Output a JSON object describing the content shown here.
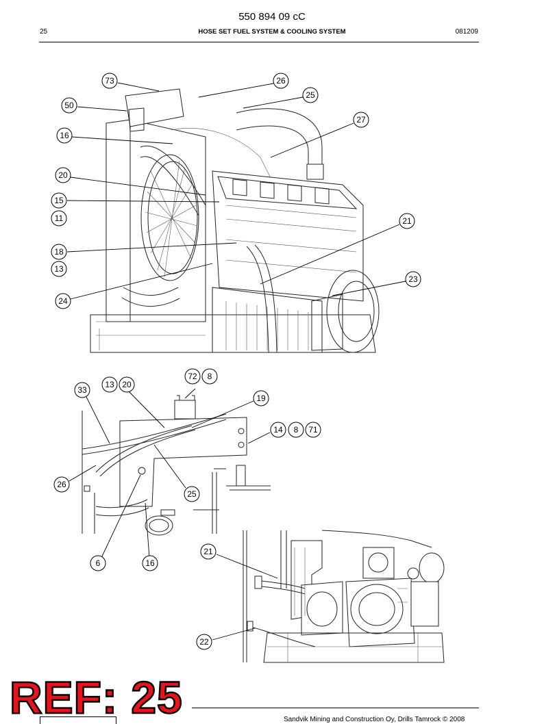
{
  "header": {
    "doc_number": "550 894 09 cC",
    "page_number": "25",
    "title": "HOSE SET FUEL SYSTEM & COOLING SYSTEM",
    "date_code": "081209"
  },
  "callouts_view1": [
    "73",
    "26",
    "25",
    "50",
    "27",
    "16",
    "20",
    "15",
    "11",
    "21",
    "18",
    "13",
    "23",
    "24"
  ],
  "callouts_view2": [
    "72",
    "8",
    "13",
    "20",
    "33",
    "19",
    "14",
    "8",
    "71",
    "26",
    "25",
    "6",
    "16"
  ],
  "callouts_view3": [
    "21",
    "22"
  ],
  "stamp": {
    "text": "REF: 25",
    "color": "#e8131b"
  },
  "footer": {
    "text": "Sandvik Mining and Construction Oy, Drills Tamrock © 2008"
  }
}
